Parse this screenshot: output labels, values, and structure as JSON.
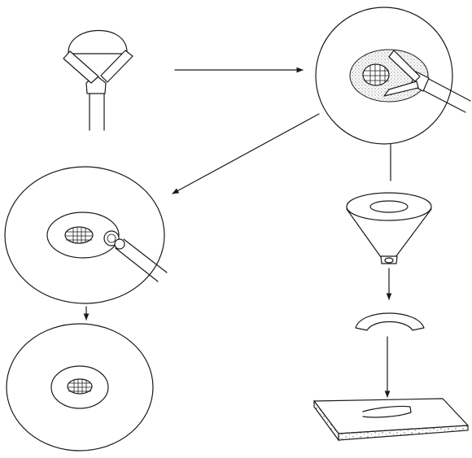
{
  "diagram": {
    "panels": [
      {
        "id": "biopsy-forceps",
        "icon": "forceps-icon"
      },
      {
        "id": "eye-with-forceps",
        "icon": "eye-icon"
      },
      {
        "id": "eye-with-trephine",
        "icon": "eye-icon"
      },
      {
        "id": "eye-healed",
        "icon": "eye-icon"
      },
      {
        "id": "funnel",
        "icon": "funnel-icon"
      },
      {
        "id": "tissue-arc",
        "icon": "arc-icon"
      },
      {
        "id": "slide",
        "icon": "slide-icon"
      }
    ],
    "arrows": [
      {
        "from": "biopsy-forceps",
        "to": "eye-with-forceps"
      },
      {
        "from": "eye-with-forceps",
        "to": "eye-with-trephine"
      },
      {
        "from": "eye-with-trephine",
        "to": "eye-healed"
      },
      {
        "from": "eye-with-forceps",
        "to": "funnel"
      },
      {
        "from": "funnel",
        "to": "tissue-arc"
      },
      {
        "from": "tissue-arc",
        "to": "slide"
      }
    ],
    "colors": {
      "line": "#1a1a1a",
      "background": "#ffffff",
      "stipple": "#bdbdbd"
    }
  }
}
